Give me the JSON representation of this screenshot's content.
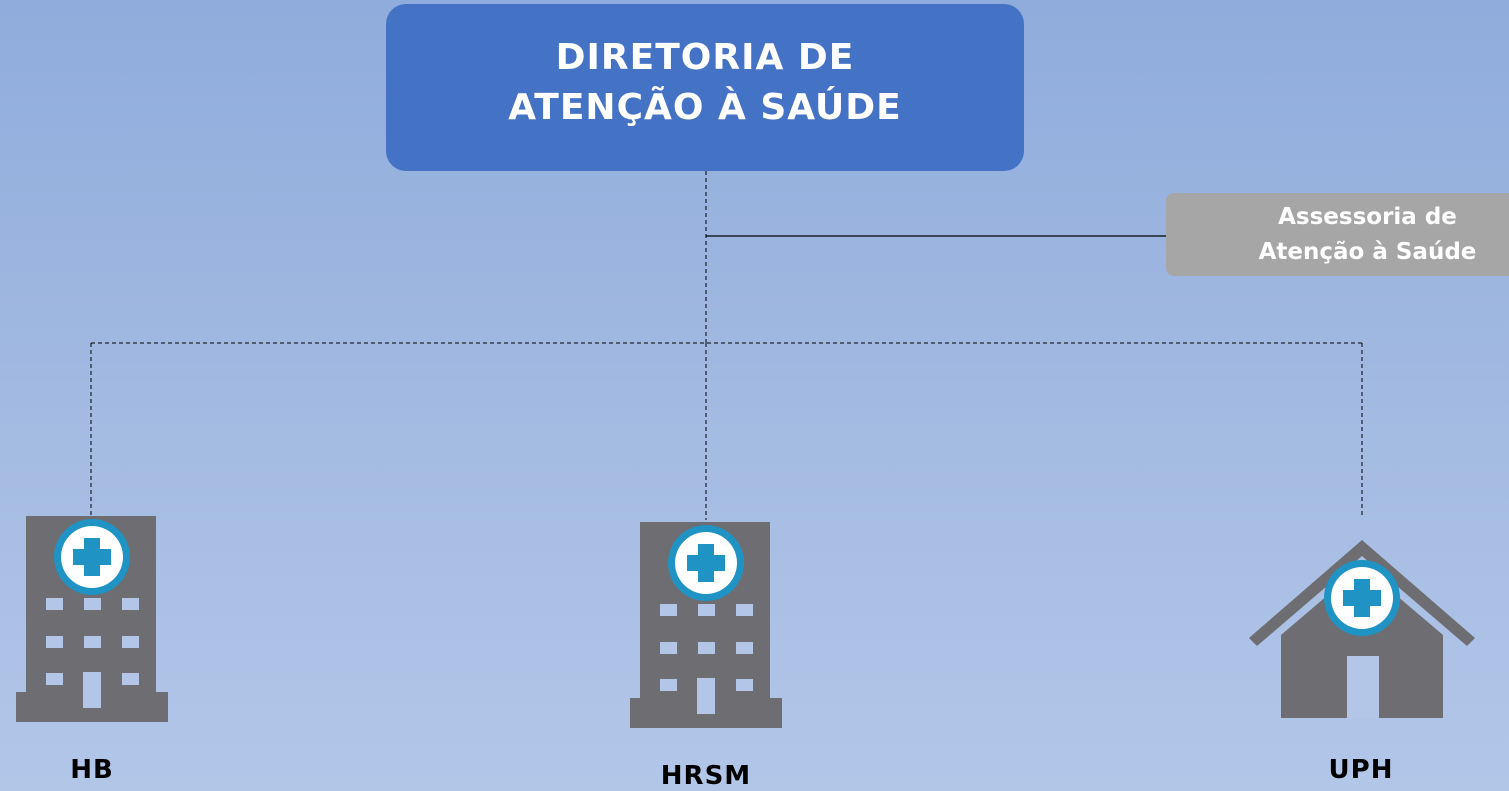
{
  "diagram": {
    "root": {
      "label": "DIRETORIA DE ATENÇÃO À SAÚDE",
      "color": "#4472c4"
    },
    "advisory": {
      "label": "Assessoria de Atenção à Saúde",
      "color": "#a6a6a6"
    },
    "units": [
      {
        "label": "HB",
        "icon": "hospital-building-icon"
      },
      {
        "label": "HRSM",
        "icon": "hospital-building-icon"
      },
      {
        "label": "UPH",
        "icon": "health-house-icon"
      }
    ],
    "colors": {
      "icon_gray": "#6d6d72",
      "cross_blue": "#1f93c4"
    }
  }
}
